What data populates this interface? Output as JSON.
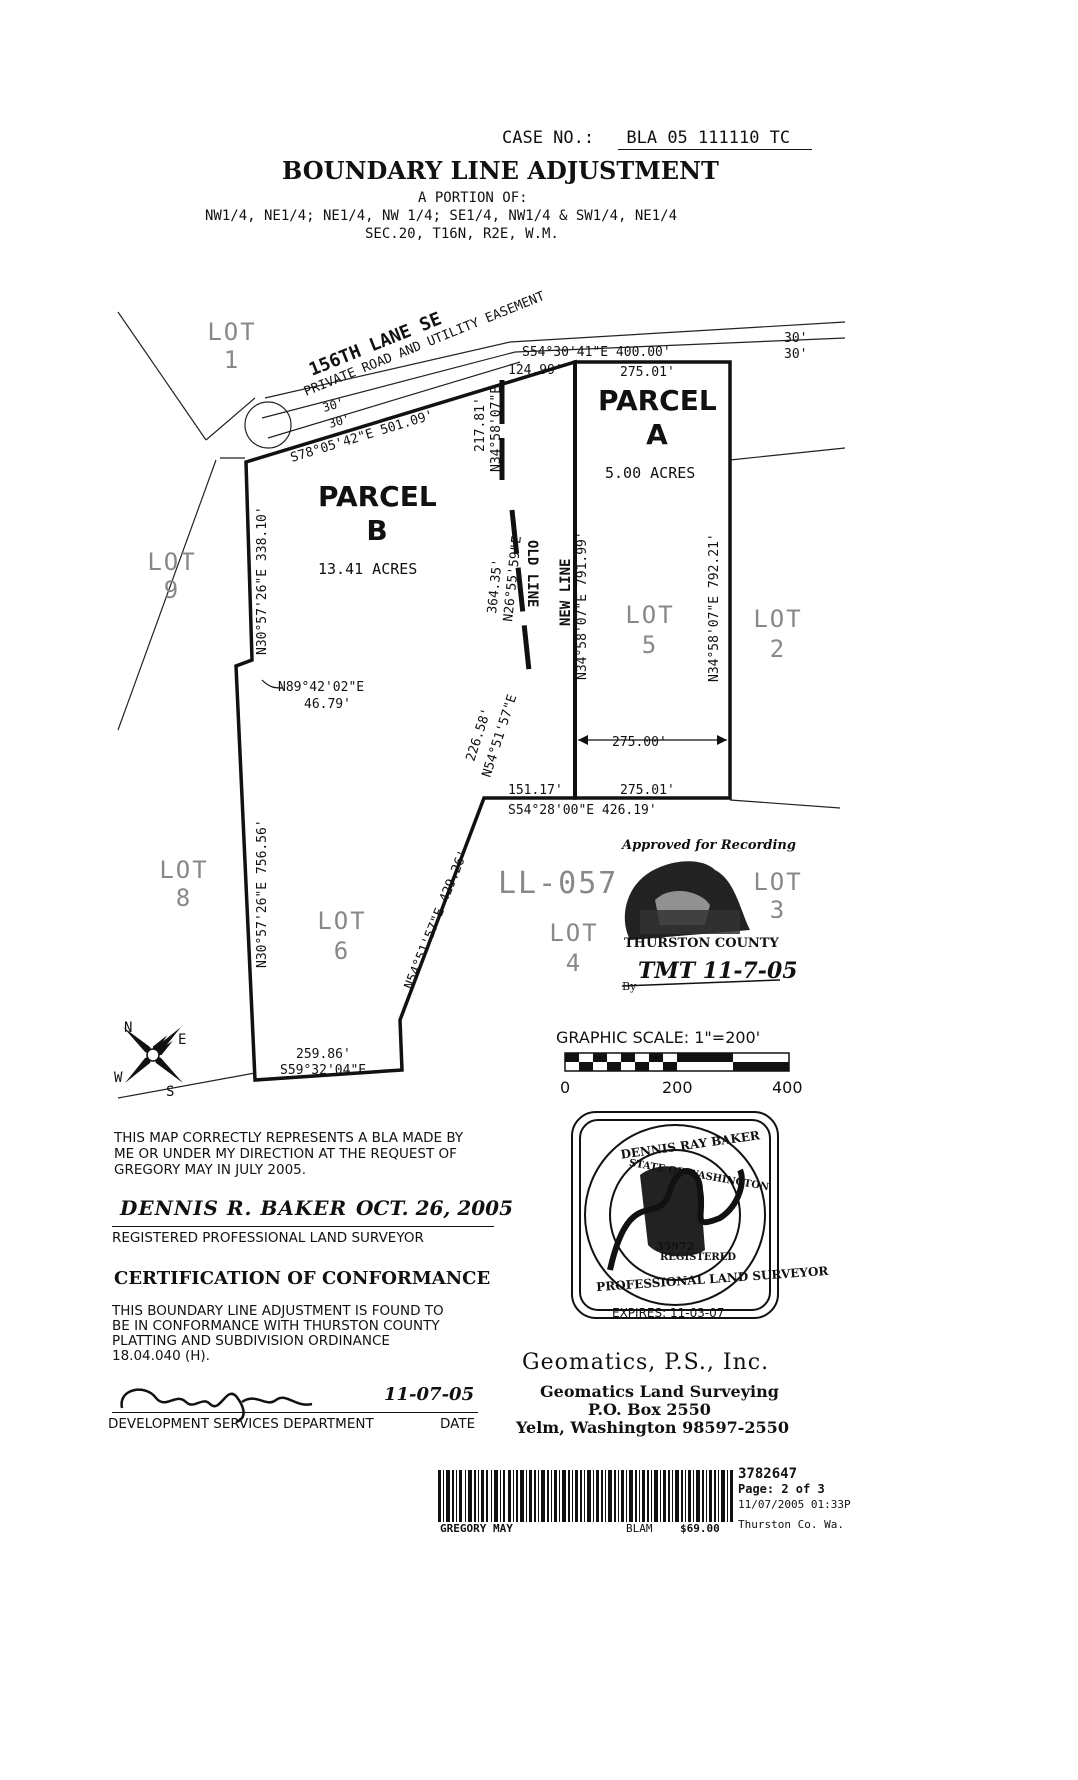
{
  "header": {
    "case_label": "CASE NO.:",
    "case_number": "BLA 05 111110 TC",
    "title": "BOUNDARY LINE ADJUSTMENT",
    "portion_of": "A PORTION OF:",
    "quarters": "NW1/4, NE1/4; NE1/4, NW 1/4; SE1/4, NW1/4 & SW1/4, NE1/4",
    "section": "SEC.20, T16N, R2E, W.M."
  },
  "map": {
    "road_name": "156TH LANE SE",
    "road_desc": "PRIVATE ROAD AND UTILITY EASEMENT",
    "parcel_a": {
      "label_line1": "PARCEL",
      "label_line2": "A",
      "acres": "5.00 ACRES"
    },
    "parcel_b": {
      "label_line1": "PARCEL",
      "label_line2": "B",
      "acres": "13.41 ACRES"
    },
    "old_line": "OLD LINE",
    "new_line": "NEW LINE",
    "lots": [
      "LOT",
      "1",
      "9",
      "5",
      "2",
      "8",
      "6",
      "4",
      "3"
    ],
    "ll_text": "LL-057",
    "bearings": {
      "top_30a": "30'",
      "top_30b": "30'",
      "road_30a": "30'",
      "road_30b": "30'",
      "s54_30": "S54°30'41\"E  400.00'",
      "d124": "124.99'",
      "d275_top": "275.01'",
      "s78": "S78°05'42\"E  501.09'",
      "d217": "217.81'",
      "n34_58_a": "N34°58'07\"E",
      "n30_57_top": "N30°57'26\"E  338.10'",
      "n26": "N26°55'59\"E",
      "d364": "364.35'",
      "n34_791": "N34°58'07\"E  791.99'",
      "n34_792": "N34°58'07\"E  792.21'",
      "n89": "N89°42'02\"E",
      "d46": "46.79'",
      "d275_mid": "275.00'",
      "d226": "226.58'",
      "n54_top": "N54°51'57\"E",
      "d151": "151.17'",
      "d275_bot": "275.01'",
      "s54_28": "S54°28'00\"E  426.19'",
      "n30_57_bot": "N30°57'26\"E  756.56'",
      "n54_bot": "N54°51'57\"E  429.26'",
      "d259": "259.86'",
      "s59": "S59°32'04\"E"
    },
    "compass": {
      "n": "N",
      "e": "E",
      "s": "S",
      "w": "W"
    }
  },
  "approval": {
    "stamp_title": "Approved for Recording",
    "county": "THURSTON COUNTY",
    "sig": "TMT 11-7-05",
    "by": "By"
  },
  "scale": {
    "label": "GRAPHIC SCALE:  1\"=200'",
    "tick_0": "0",
    "tick_200": "200",
    "tick_400": "400"
  },
  "surveyor": {
    "statement": [
      "THIS MAP CORRECTLY REPRESENTS A BLA MADE BY",
      "ME OR UNDER MY DIRECTION AT THE REQUEST OF",
      "GREGORY MAY IN JULY 2005."
    ],
    "signature": "DENNIS R. BAKER",
    "date": "OCT. 26, 2005",
    "title": "REGISTERED PROFESSIONAL LAND SURVEYOR"
  },
  "seal": {
    "name_top": "DENNIS RAY BAKER",
    "state": "STATE OF WASHINGTON",
    "number": "35972",
    "reg": "REGISTERED",
    "bottom": "PROFESSIONAL LAND SURVEYOR",
    "expires": "EXPIRES: 11-03-07"
  },
  "certification": {
    "heading": "CERTIFICATION OF CONFORMANCE",
    "text": [
      "THIS BOUNDARY LINE ADJUSTMENT IS FOUND TO",
      "BE IN CONFORMANCE WITH THURSTON COUNTY",
      "PLATTING AND SUBDIVISION ORDINANCE",
      "18.04.040 (H)."
    ],
    "sig_date": "11-07-05",
    "dept": "DEVELOPMENT SERVICES DEPARTMENT",
    "date_label": "DATE"
  },
  "company": {
    "name": "Geomatics, P.S., Inc.",
    "line1": "Geomatics Land Surveying",
    "line2": "P.O. Box 2550",
    "line3": "Yelm, Washington  98597-2550"
  },
  "recording": {
    "number": "3782647",
    "page": "Page: 2 of 3",
    "datetime": "11/07/2005 01:33P",
    "grantor": "GREGORY MAY",
    "type": "BLAM",
    "fee": "$69.00",
    "county": "Thurston Co. Wa."
  }
}
